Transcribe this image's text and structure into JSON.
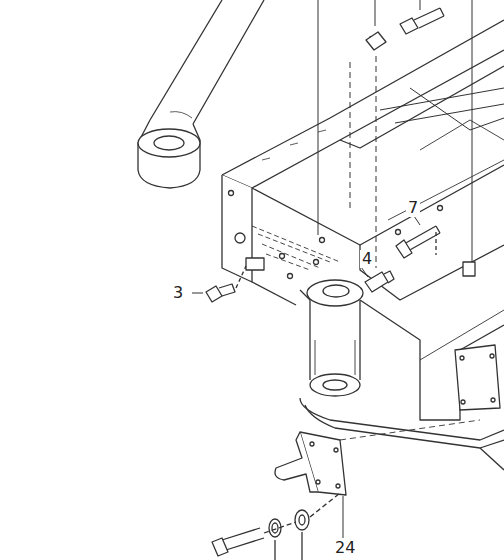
{
  "diagram": {
    "labels": [
      "3",
      "4",
      "7",
      "24"
    ]
  }
}
